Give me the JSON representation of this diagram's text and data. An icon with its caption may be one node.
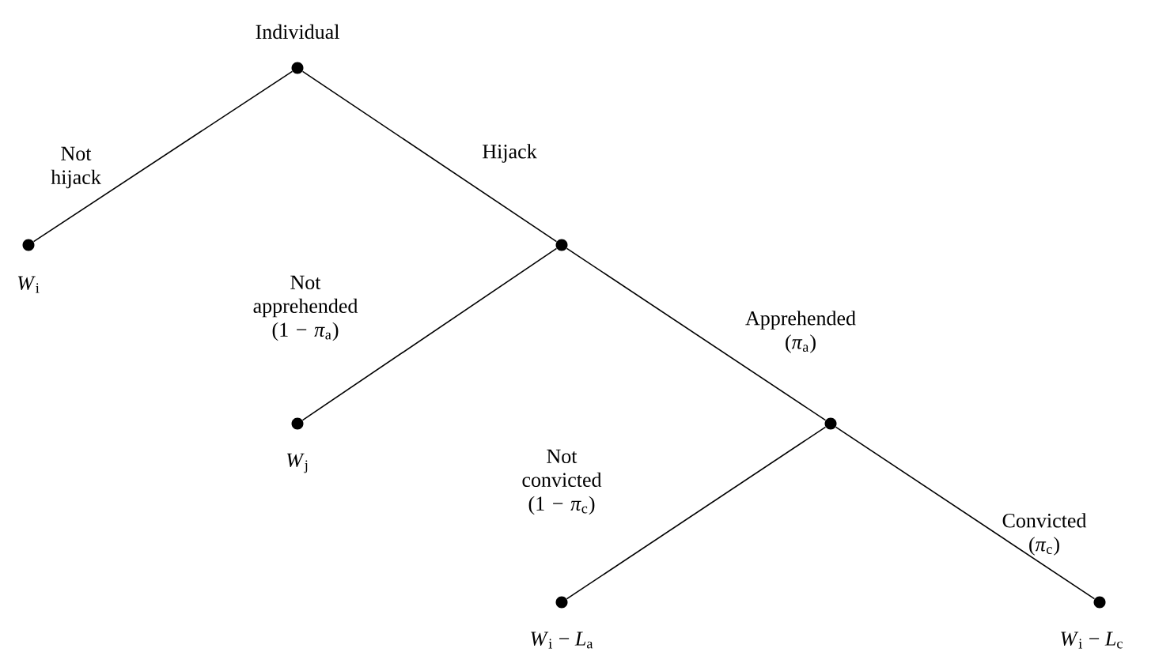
{
  "diagram": {
    "nodes": [
      {
        "text": [
          "Individual"
        ]
      },
      {
        "text": [
          "*W*$_{i}$"
        ]
      },
      {
        "text": [],
        "shape": "circle"
      },
      {
        "text": [
          "*W*$_{j}$"
        ]
      },
      {
        "text": [],
        "shape": "circle"
      },
      {
        "text": [
          "*W*$_{i}$ − *L*$_{a}$"
        ]
      },
      {
        "text": [
          "*W*$_{i}$ − *L*$_{c}$"
        ]
      }
    ],
    "edges": [
      {
        "from": 0,
        "to": 1,
        "arrow": "none",
        "label": "Not hijack"
      },
      {
        "from": 0,
        "to": 2,
        "arrow": "none",
        "label": "Hijack"
      },
      {
        "from": 2,
        "to": 3,
        "arrow": "none",
        "label": "Not apprehended (1 − *π*$_{a}$)"
      },
      {
        "from": 2,
        "to": 4,
        "arrow": "none",
        "label": "Apprehended (*π*$_{a}$)"
      },
      {
        "from": 4,
        "to": 5,
        "arrow": "none",
        "label": "Not convicted (1 − *π*$_{c}$)"
      },
      {
        "from": 4,
        "to": 6,
        "arrow": "none",
        "label": "Convicted (*π*$_{c}$)"
      }
    ]
  }
}
